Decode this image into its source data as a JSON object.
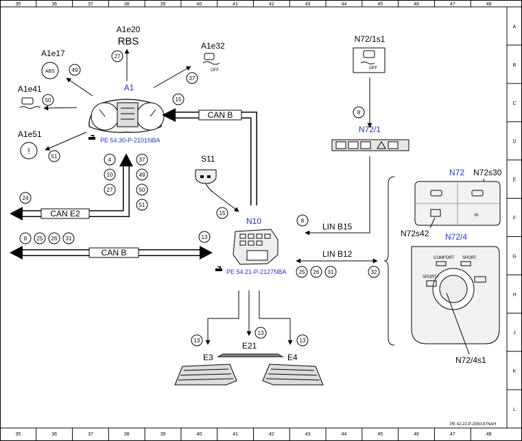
{
  "border": {
    "columns": [
      "35",
      "36",
      "37",
      "38",
      "39",
      "40",
      "41",
      "42",
      "43",
      "44",
      "45",
      "46",
      "47",
      "48"
    ],
    "rows": [
      "A",
      "B",
      "C",
      "D",
      "E",
      "F",
      "G",
      "H",
      "J",
      "K",
      "L"
    ]
  },
  "document_id": "PE 42.22-P-2050-97NAH",
  "components": {
    "a1e20": {
      "code": "A1e20",
      "text": "RBS",
      "callout": "27"
    },
    "a1e32": {
      "code": "A1e32",
      "icon_text": "OFF",
      "callout": "37"
    },
    "a1e17": {
      "code": "A1e17",
      "icon_text": "ABS",
      "callout": "49"
    },
    "a1e41": {
      "code": "A1e41",
      "callout": "50"
    },
    "a1e51": {
      "code": "A1e51",
      "callout": "51"
    },
    "a1": {
      "code": "A1",
      "ref": "PE 54.30-P-2101NBA",
      "callout": "15"
    },
    "s11": {
      "code": "S11",
      "callout": "15"
    },
    "n10": {
      "code": "N10",
      "ref": "PE 54.21-P-2127NBA"
    },
    "n72_1s1": {
      "code": "N72/1s1",
      "icon_text": "OFF",
      "callout": "8"
    },
    "n72_1": {
      "code": "N72/1"
    },
    "n72": {
      "code": "N72",
      "sub": "N72s30",
      "sub2": "N72s42"
    },
    "n72_4": {
      "code": "N72/4",
      "sub": "N72/4s1",
      "btn_comfort": "COMFORT",
      "btn_sport": "SPORT",
      "btn_left": "SPORT+"
    },
    "e3": {
      "code": "E3",
      "callout": "13"
    },
    "e21": {
      "code": "E21",
      "callout": "13"
    },
    "e4": {
      "code": "E4",
      "callout": "13"
    }
  },
  "buses": {
    "can_b_top": {
      "label": "CAN B"
    },
    "can_e2": {
      "label": "CAN E2",
      "callout": "24",
      "stack": [
        "4",
        "37",
        "10",
        "49",
        "27",
        "50",
        "51"
      ]
    },
    "can_b_main": {
      "label": "CAN B",
      "callouts": [
        "8",
        "25",
        "26",
        "31"
      ],
      "callout_right": "13"
    },
    "lin_b15": {
      "label": "LIN B15",
      "callout": "8"
    },
    "lin_b12": {
      "label": "LIN B12",
      "callouts": [
        "25",
        "26",
        "31"
      ],
      "callout_right": "32"
    }
  }
}
